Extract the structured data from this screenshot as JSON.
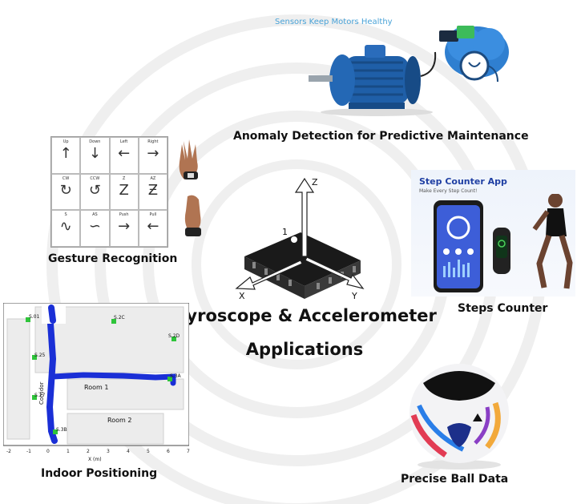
{
  "center": {
    "title_line1": "Gyroscope & Accelerometer",
    "title_line2": "Applications",
    "axis_z": "Z",
    "axis_x": "X",
    "axis_y": "Y",
    "pin1": "1"
  },
  "maintenance": {
    "tagline": "Sensors Keep Motors Healthy",
    "label": "Anomaly Detection for Predictive Maintenance"
  },
  "gesture": {
    "label": "Gesture Recognition",
    "cells": [
      "Up",
      "Down",
      "Left",
      "Right",
      "CW",
      "CCW",
      "Z",
      "AZ",
      "S",
      "AS",
      "Push",
      "Pull"
    ]
  },
  "steps": {
    "label": "Steps Counter",
    "app_title": "Step Counter App",
    "app_sub": "Make Every Step Count!"
  },
  "indoor": {
    "label": "Indoor Positioning",
    "room1": "Room 1",
    "room2": "Room 2",
    "corridor": "Corridor",
    "xaxis_label": "X (m)",
    "xticks": [
      "-2",
      "-1",
      "0",
      "1",
      "2",
      "3",
      "4",
      "5",
      "6",
      "7"
    ],
    "markers": [
      "S.01",
      "S.2C",
      "S.2D",
      "S.25",
      "S.3A",
      "S.27",
      "S.3B"
    ]
  },
  "ball": {
    "label": "Precise Ball Data"
  },
  "colors": {
    "motor_blue": "#1f5fa8",
    "trail_blue": "#1a2fd6",
    "marker_green": "#2ec43a",
    "tagline": "#4aa3d8",
    "ring": "#eeeeee"
  }
}
